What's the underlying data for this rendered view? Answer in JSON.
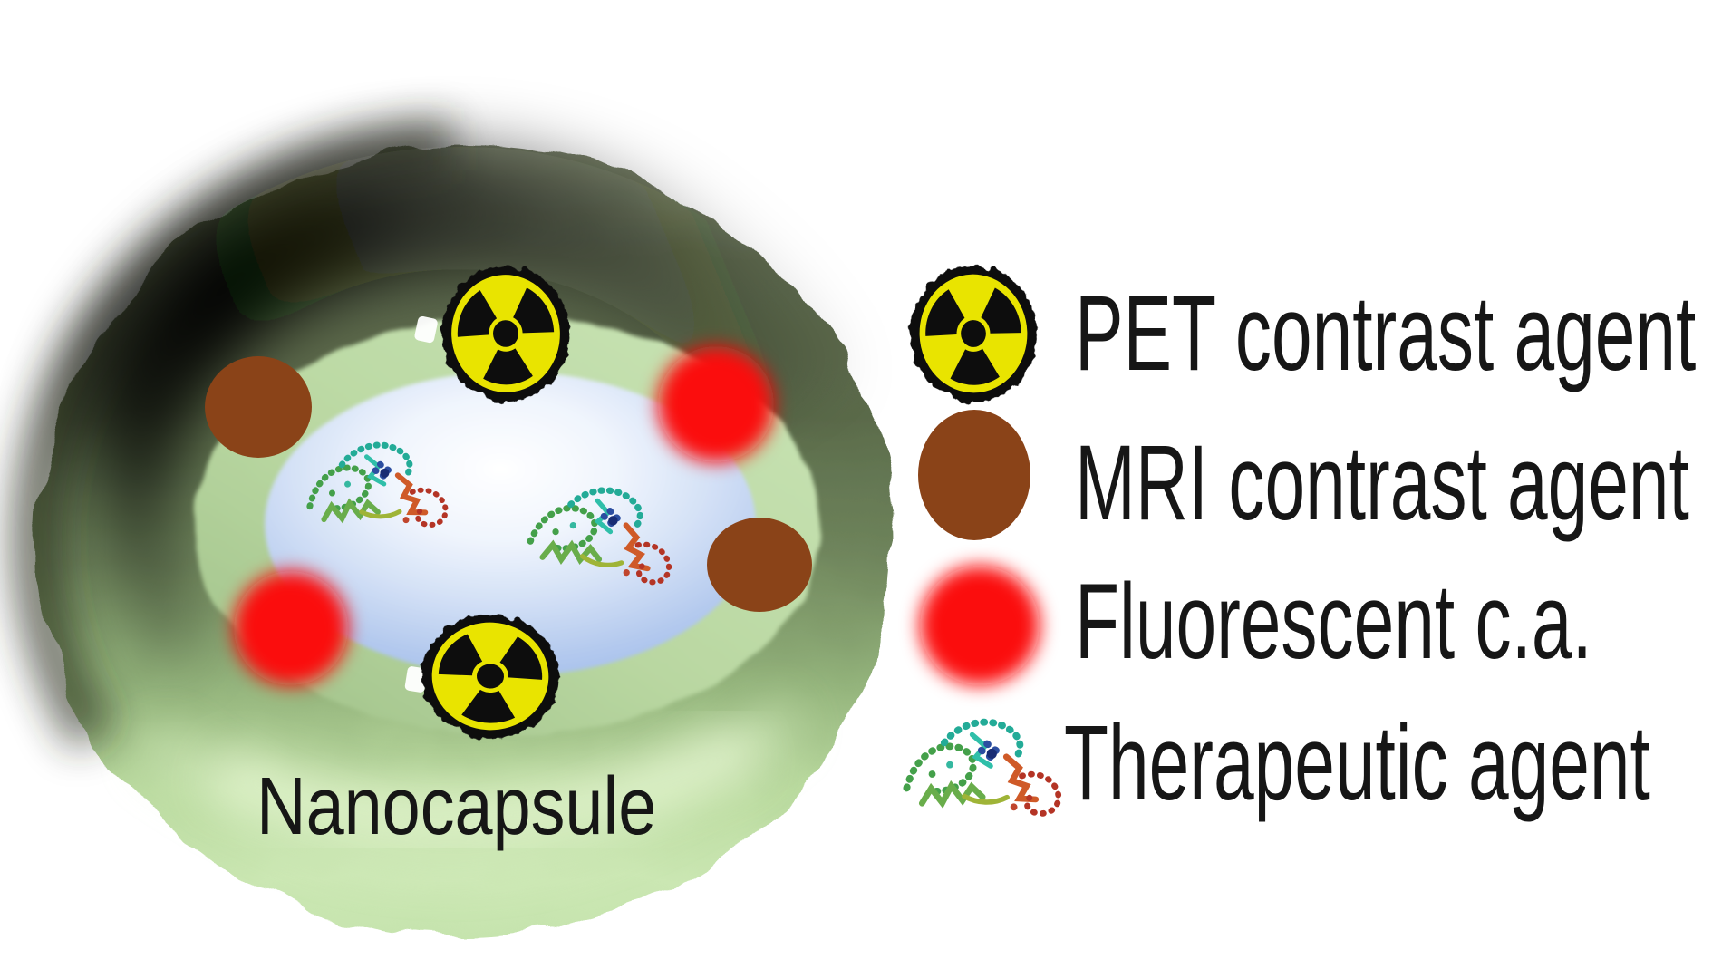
{
  "diagram": {
    "capsule_label": "Nanocapsule",
    "contents": {
      "pet_symbols": 2,
      "mri_spheres": 2,
      "fluorescent_spheres": 2,
      "therapeutic_proteins": 2
    },
    "colors": {
      "radiation_yellow": "#e9e400",
      "radiation_black": "#0d0d0d",
      "mri_brown": "#8a4318",
      "fluorescent_red": "#fb0a0a",
      "capsule_rim_dark": "#5a6a4a",
      "capsule_bottom_green": "#cbe7b3",
      "inner_ring_green": "#bcd9a4",
      "core_blue": "#9cb9e9",
      "label_color": "#161616"
    }
  },
  "legend": {
    "items": [
      {
        "icon": "radiation-icon",
        "label": "PET contrast agent"
      },
      {
        "icon": "mri-sphere-icon",
        "label": "MRI contrast agent"
      },
      {
        "icon": "fluorescent-sphere-icon",
        "label": "Fluorescent c.a."
      },
      {
        "icon": "protein-icon",
        "label": "Therapeutic agent"
      }
    ]
  }
}
